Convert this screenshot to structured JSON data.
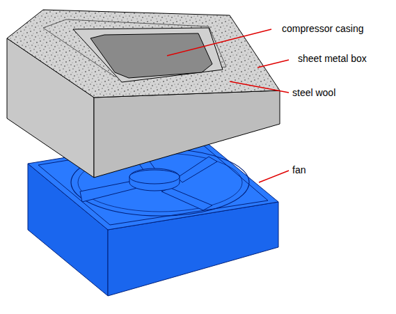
{
  "diagram": {
    "labels": [
      "compressor casing",
      "sheet metal box",
      "steel wool",
      "fan"
    ]
  }
}
